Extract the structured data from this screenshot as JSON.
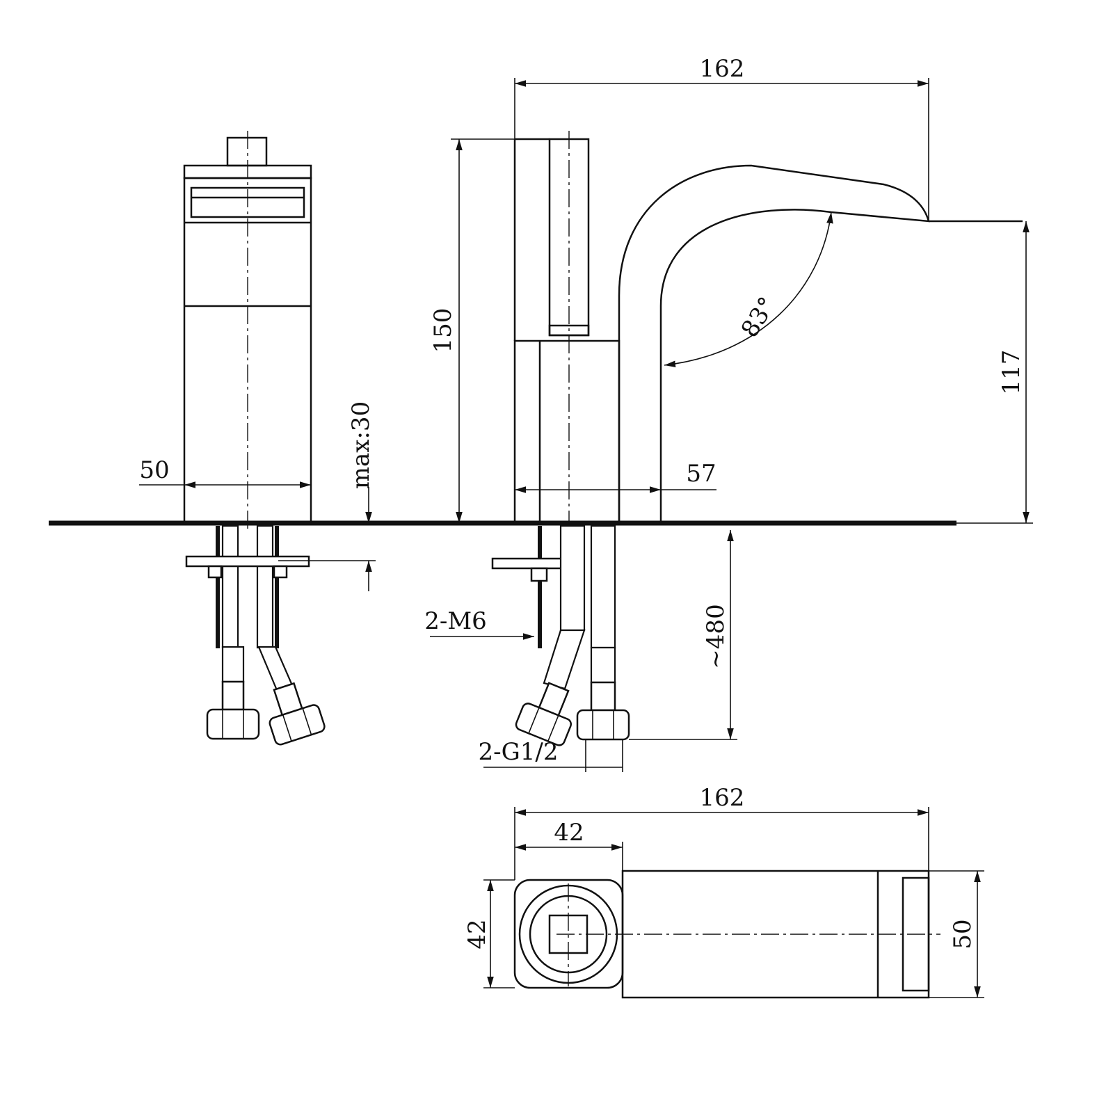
{
  "dimensions": {
    "overall_length_side": "162",
    "total_height": "150",
    "spout_height": "117",
    "spout_angle": "83°",
    "handle_width": "50",
    "spout_base_width": "57",
    "deck_thickness": "max:30",
    "hose_length": "~480",
    "studs": "2-M6",
    "thread": "2-G1/2",
    "overall_length_top": "162",
    "base_width_top": "42",
    "base_depth_top": "42",
    "spout_depth_top": "50"
  }
}
